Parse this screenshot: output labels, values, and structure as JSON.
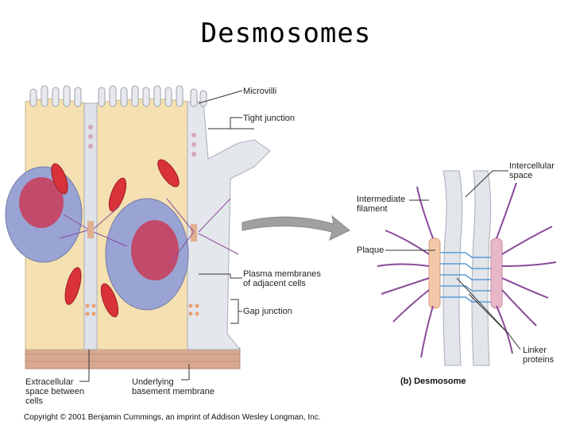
{
  "title": "Desmosomes",
  "labels": {
    "microvilli": "Microvilli",
    "tight_junction": "Tight junction",
    "plasma_membranes": [
      "Plasma membranes",
      "of adjacent cells"
    ],
    "gap_junction": "Gap junction",
    "extracellular_space": [
      "Extracellular",
      "space between",
      "cells"
    ],
    "basement_membrane": [
      "Underlying",
      "basement membrane"
    ],
    "intercellular_space": [
      "Intercellular",
      "space"
    ],
    "intermediate_filament": [
      "Intermediate",
      "filament"
    ],
    "plaque": "Plaque",
    "linker_proteins": [
      "Linker",
      "proteins"
    ]
  },
  "caption": "(b) Desmosome",
  "copyright": "Copyright © 2001 Benjamin Cummings, an imprint of Addison Wesley Longman, Inc."
}
